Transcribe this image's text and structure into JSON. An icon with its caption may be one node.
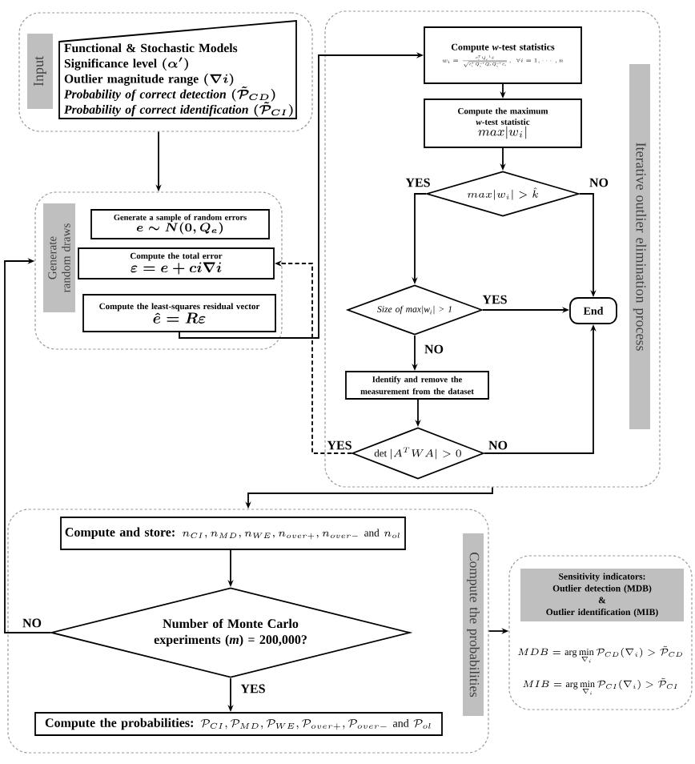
{
  "diagram": {
    "nodes": [
      {
        "text": [
          "Input"
        ]
      },
      {
        "text": [
          "Functional & Stochastic Models",
          "Significance level",
          "(\\alpha^{\\prime})",
          "Outlier magnitude range",
          "(\\nabla i)",
          "Probability of correct detection",
          "(\\tilde{\\mathcal{P}}_{CD})",
          "Probability of correct identification",
          "(\\tilde{\\mathcal{P}}_{CI})"
        ],
        "in": 0
      },
      {
        "text": [
          "Generate random draws"
        ]
      },
      {
        "text": [
          "Generate a sample of random errors",
          "e \\sim N(0, Q_{e})"
        ],
        "in": 2
      },
      {
        "text": [
          "Compute the total error",
          "\\varepsilon = e + ci\\nabla i"
        ],
        "in": 2
      },
      {
        "text": [
          "Compute the least-squares residual vector",
          "\\hat{e} = R\\varepsilon"
        ],
        "in": 2
      },
      {
        "text": [
          "Iterative outlier elimination process"
        ]
      },
      {
        "text": [
          "Compute *w*-test statistics",
          "w_{i} = \\frac{c_{i}^{T} Q_{e}^{-1} \\hat{e}}{\\sqrt{c_{i}^{T} Q_{e}^{-1} Q_{\\hat{e}} Q_{e}^{-1} c_{i}}}, \\ \\forall i = 1, \\cdots, n"
        ],
        "in": 6
      },
      {
        "text": [
          "Compute the maximum *w*-test statistic",
          "max|w_{i}|"
        ],
        "in": 6
      },
      {
        "text": [
          "max|w_{i}| > \\hat{k}"
        ],
        "in": 6
      },
      {
        "text": [
          "Size of max|w$_{i}$| > 1"
        ],
        "in": 6
      },
      {
        "text": [
          "End"
        ],
        "in": 6
      },
      {
        "text": [
          "Identify and remove the measurement from the dataset"
        ],
        "in": 6
      },
      {
        "text": [
          "\\det|A^{T}WA| > 0"
        ],
        "in": 6
      },
      {
        "text": [
          "Compute the probabilities"
        ]
      },
      {
        "text": [
          "Compute and store:",
          "n_{CI}, n_{MD}, n_{WE}, n_{over+}, n_{over-} \\text{ and } n_{ol}"
        ],
        "in": 14
      },
      {
        "text": [
          "Number of Monte Carlo experiments (*m*) = 200,000?"
        ],
        "in": 14
      },
      {
        "text": [
          "Compute the probabilities:",
          "\\mathcal{P}_{CI}, \\mathcal{P}_{MD}, \\mathcal{P}_{WE}, \\mathcal{P}_{over+}, \\mathcal{P}_{over-} \\text{ and } \\mathcal{P}_{ol}"
        ],
        "in": 14
      },
      {
        "text": [
          "MDB = \\arg\\min\\limits_{\\nabla_{i}} \\mathcal{P}_{CD}(\\nabla_{i}) > \\tilde{\\mathcal{P}}_{CD}",
          "MIB = \\arg\\min\\limits_{\\nabla_{i}} \\mathcal{P}_{CI}(\\nabla_{i}) > \\tilde{\\mathcal{P}}_{CI}"
        ]
      },
      {
        "text": [
          "Sensitivity indicators:",
          "Outlier detection (MDB)",
          "&",
          "Outlier identification (MIB)"
        ],
        "in": 18
      }
    ],
    "edges": [
      {
        "from": 0,
        "to": 2,
        "arrow": "to"
      },
      {
        "from": 5,
        "to": 7,
        "arrow": "to"
      },
      {
        "from": 7,
        "to": 8,
        "arrow": "to"
      },
      {
        "from": 8,
        "to": 9,
        "arrow": "to"
      },
      {
        "from": 9,
        "to": 10,
        "arrow": "to",
        "label": "YES"
      },
      {
        "from": 9,
        "to": 11,
        "arrow": "to",
        "label": "NO"
      },
      {
        "from": 10,
        "to": 11,
        "arrow": "to",
        "label": "YES"
      },
      {
        "from": 10,
        "to": 12,
        "arrow": "to",
        "label": "NO"
      },
      {
        "from": 12,
        "to": 13,
        "arrow": "to"
      },
      {
        "from": 13,
        "to": 11,
        "arrow": "to",
        "label": "NO"
      },
      {
        "from": 13,
        "to": 4,
        "arrow": "to",
        "label": "YES",
        "style": "dashed"
      },
      {
        "from": 6,
        "to": 14,
        "arrow": "to"
      },
      {
        "from": 15,
        "to": 16,
        "arrow": "to"
      },
      {
        "from": 16,
        "to": 2,
        "arrow": "to",
        "label": "NO"
      },
      {
        "from": 16,
        "to": 17,
        "arrow": "to",
        "label": "YES"
      },
      {
        "from": 14,
        "to": 18,
        "arrow": "to"
      }
    ]
  }
}
